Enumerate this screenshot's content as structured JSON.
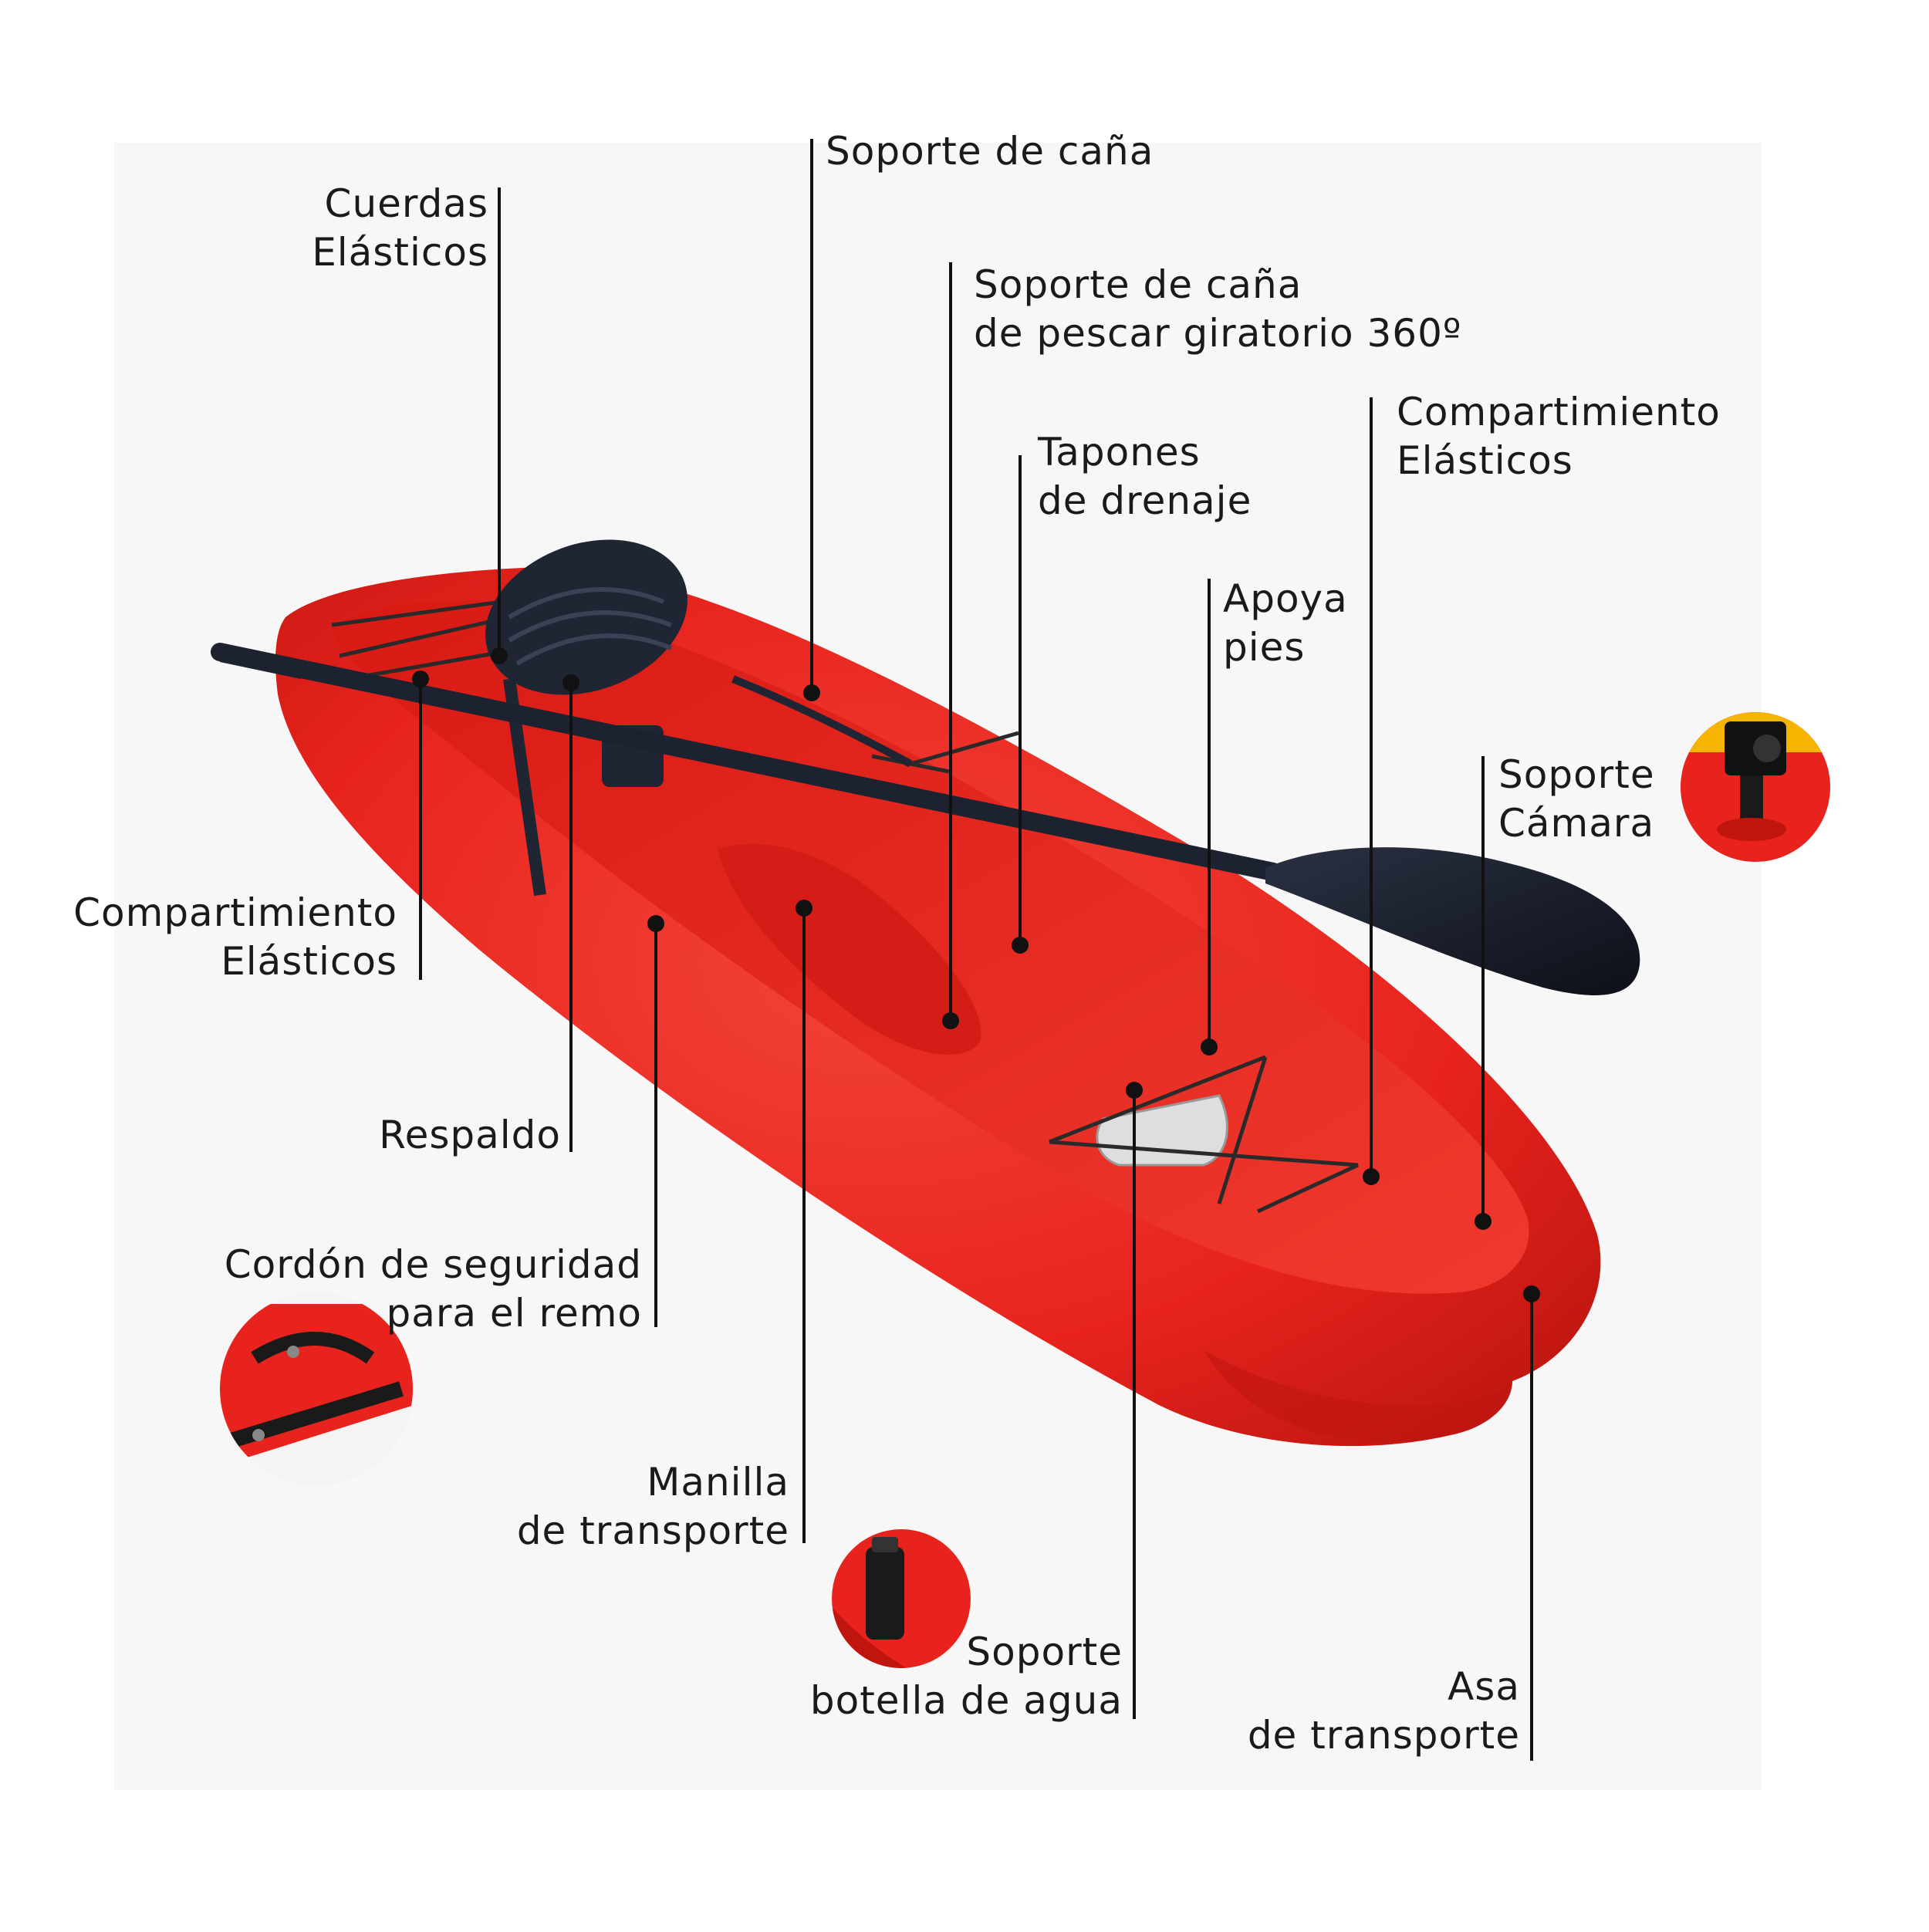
{
  "colors": {
    "hull": "#e8231d",
    "hull_dark": "#b5140f",
    "hull_light": "#f45a4c",
    "paddle": "#1c2230",
    "leader": "#111111",
    "backdrop": "#f7f7f7"
  },
  "labels": {
    "soporte_cana": [
      "Soporte de caña"
    ],
    "cuerdas_elasticos": [
      "Cuerdas",
      "Elásticos"
    ],
    "soporte_cana_giratorio": [
      "Soporte de caña",
      "de pescar giratorio 360º"
    ],
    "compartimiento_elasticos_top": [
      "Compartimiento",
      "Elásticos"
    ],
    "tapones_drenaje": [
      "Tapones",
      "de drenaje"
    ],
    "apoya_pies": [
      "Apoya",
      "pies"
    ],
    "soporte_camara": [
      "Soporte",
      "Cámara"
    ],
    "compartimiento_elasticos_left": [
      "Compartimiento",
      "Elásticos"
    ],
    "respaldo": [
      "Respaldo"
    ],
    "cordon_seguridad": [
      "Cordón de seguridad",
      "para el remo"
    ],
    "manilla_transporte": [
      "Manilla",
      "de transporte"
    ],
    "soporte_botella": [
      "Soporte",
      "botella de agua"
    ],
    "asa_transporte": [
      "Asa",
      "de transporte"
    ]
  },
  "icons": [
    "kayak-illustration",
    "paddle-icon",
    "seat-icon",
    "camera-mount-inset",
    "paddle-leash-inset",
    "bottle-holder-inset"
  ]
}
